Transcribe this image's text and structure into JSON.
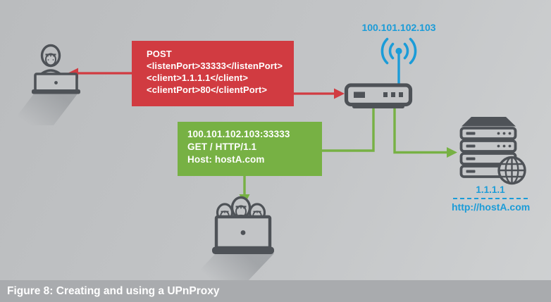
{
  "figure": {
    "caption": "Figure 8: Creating and using a UPnProxy"
  },
  "colors": {
    "red": "#d13b41",
    "green": "#77b144",
    "blue": "#1b9cd8",
    "icon_gray": "#4e5257",
    "background": "#c3c5c7",
    "caption_bar": "#a9abae"
  },
  "nodes": {
    "attacker": {
      "icon": "person-laptop-icon"
    },
    "router": {
      "icon": "router-wifi-icon",
      "ip_label": "100.101.102.103"
    },
    "server": {
      "icon": "server-globe-icon",
      "ip_label": "1.1.1.1",
      "url_label": "http://hostA.com"
    },
    "victims": {
      "icon": "group-laptop-icon"
    }
  },
  "messages": {
    "post_request": {
      "lines": [
        "POST",
        "<listenPort>33333</listenPort>",
        "<client>1.1.1.1</client>",
        "<clientPort>80</clientPort>"
      ]
    },
    "get_request": {
      "lines": [
        "100.101.102.103:33333",
        "GET / HTTP/1.1",
        "Host: hostA.com"
      ]
    }
  }
}
